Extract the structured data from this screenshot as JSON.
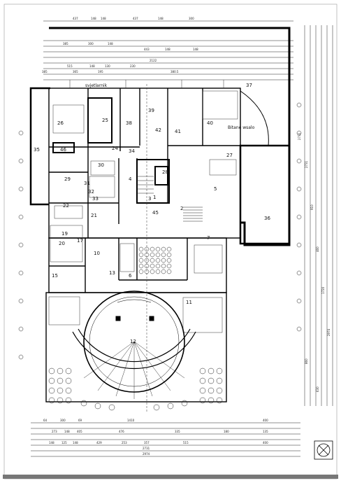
{
  "rooms": [
    {
      "id": "r1",
      "num": "1"
    },
    {
      "id": "r2",
      "num": "2"
    },
    {
      "id": "r3",
      "num": "3"
    },
    {
      "id": "r4",
      "num": "4"
    },
    {
      "id": "r5",
      "num": "5"
    },
    {
      "id": "r6",
      "num": "6"
    },
    {
      "id": "r7",
      "num": "7"
    },
    {
      "id": "r10",
      "num": "10"
    },
    {
      "id": "r11",
      "num": "11"
    },
    {
      "id": "r12",
      "num": "12"
    },
    {
      "id": "r13",
      "num": "13"
    },
    {
      "id": "r15",
      "num": "15"
    },
    {
      "id": "r17",
      "num": "17"
    },
    {
      "id": "r19",
      "num": "19"
    },
    {
      "id": "r20",
      "num": "20"
    },
    {
      "id": "r21",
      "num": "21"
    },
    {
      "id": "r22",
      "num": "22"
    },
    {
      "id": "r24",
      "num": "24"
    },
    {
      "id": "r25",
      "num": "25"
    },
    {
      "id": "r26",
      "num": "26"
    },
    {
      "id": "r27",
      "num": "27"
    },
    {
      "id": "r28",
      "num": "28"
    },
    {
      "id": "r29",
      "num": "29"
    },
    {
      "id": "r30",
      "num": "30"
    },
    {
      "id": "r31",
      "num": "31"
    },
    {
      "id": "r32",
      "num": "32"
    },
    {
      "id": "r33",
      "num": "33"
    },
    {
      "id": "r34",
      "num": "34"
    },
    {
      "id": "r35",
      "num": "35"
    },
    {
      "id": "r36",
      "num": "36"
    },
    {
      "id": "r37",
      "num": "37"
    },
    {
      "id": "r38",
      "num": "38"
    },
    {
      "id": "r39",
      "num": "39"
    },
    {
      "id": "r40",
      "num": "40"
    },
    {
      "id": "r41",
      "num": "41"
    },
    {
      "id": "r42",
      "num": "42"
    },
    {
      "id": "r45",
      "num": "45"
    },
    {
      "id": "r46",
      "num": "46"
    }
  ],
  "annotations": {
    "skylight": "svjetlarnik",
    "existing_wall": "Bitane wsalo"
  },
  "dimensions": {
    "top_row_1": [
      "437",
      "148",
      "148",
      "437",
      "148",
      "300"
    ],
    "top_row_2": [
      "385",
      "300",
      "148",
      "443",
      "148",
      "148"
    ],
    "top_row_3": [
      "515",
      "148",
      "130",
      "230"
    ],
    "mid_left": [
      "385",
      "365",
      "195",
      "2122",
      "380.5"
    ],
    "bottom_row_1": [
      "64",
      "300",
      "69",
      "1410",
      "400"
    ],
    "bottom_row_2": [
      "273",
      "148",
      "405",
      "476",
      "335",
      "180",
      "135"
    ],
    "bottom_row_3": [
      "148",
      "125",
      "148",
      "429",
      "253",
      "357",
      "515",
      "400"
    ],
    "bottom_row_4": [
      "2731"
    ],
    "bottom_total": [
      "2974"
    ],
    "right_col": [
      "2732",
      "2731",
      "910",
      "460",
      "1720",
      "2974",
      "860",
      "630"
    ]
  }
}
